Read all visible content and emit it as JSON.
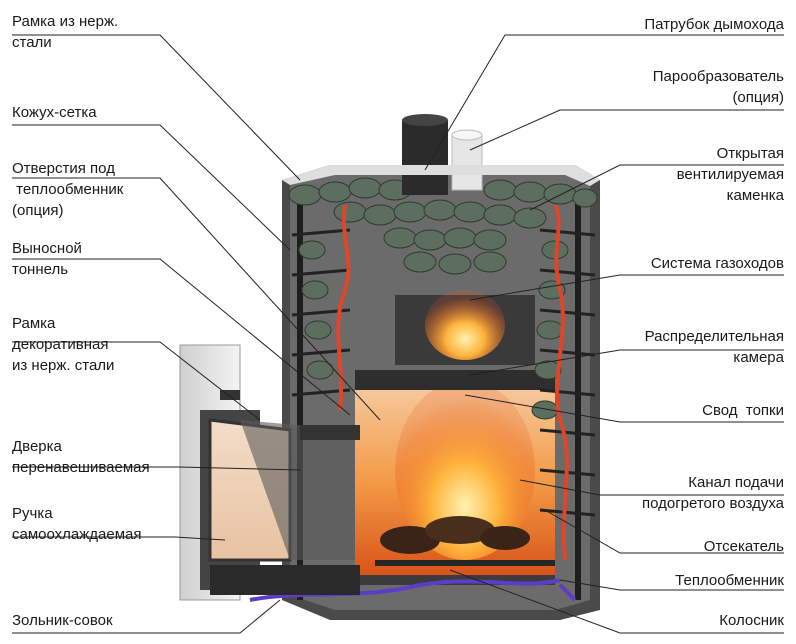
{
  "diagram": {
    "left_labels": [
      "Рамка из нерж.\nстали",
      "Кожух-сетка",
      "Отверстия под\n теплообменник\n(опция)",
      "Выносной\nтоннель",
      "Рамка\nдекоративная\nиз нерж. стали",
      "Дверка\nперенавешиваемая",
      "Ручка\nсамоохлаждаемая",
      "Зольник-совок"
    ],
    "right_labels": [
      "Патрубок дымохода",
      "Парообразователь\n(опция)",
      "Открытая\nвентилируемая\nкаменка",
      "Система газоходов",
      "Распределительная\nкамера",
      "Свод  топки",
      "Канал подачи\nподогретого воздуха",
      "Отсекатель",
      "Теплообменник",
      "Колосник"
    ],
    "colors": {
      "text": "#1a1a1a",
      "leader": "#222222",
      "stone": "#5c6e5e",
      "fire": "#f47a1f",
      "steel": "#2b2b2b",
      "cold_air": "#5a3ec8",
      "hot_air": "#e0452a"
    }
  }
}
